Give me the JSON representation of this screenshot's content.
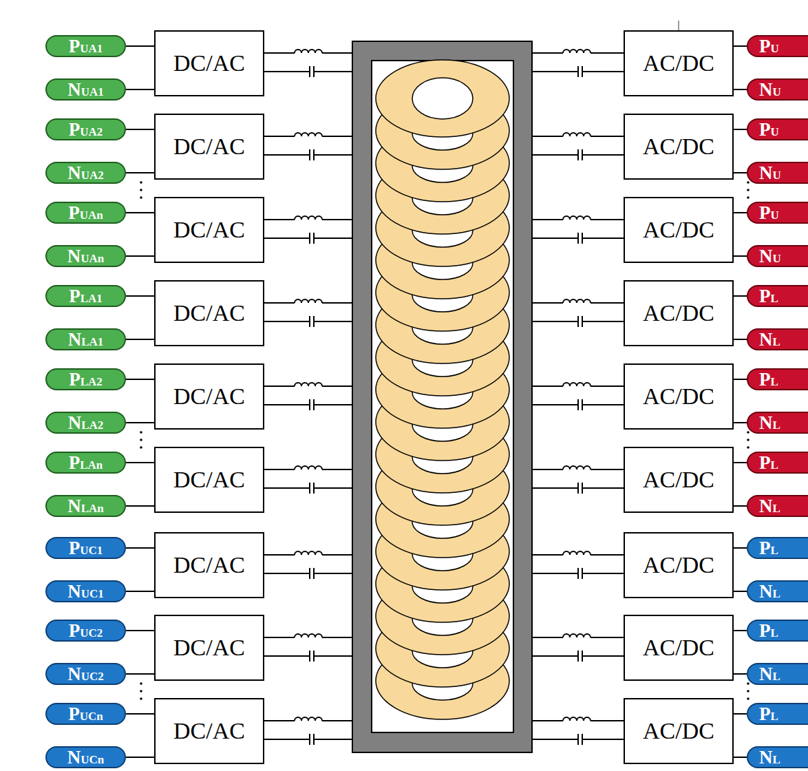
{
  "diagram": {
    "nodes": [
      {
        "text": [
          "PUA1"
        ]
      },
      {
        "text": [
          "NUA1"
        ]
      },
      {
        "text": [
          "DC/AC"
        ]
      },
      {
        "text": [
          "AC/DC"
        ]
      },
      {
        "text": [
          "PU"
        ]
      },
      {
        "text": [
          "NU"
        ]
      },
      {
        "text": [
          "PUA2"
        ]
      },
      {
        "text": [
          "NUA2"
        ]
      },
      {
        "text": [
          "DC/AC"
        ]
      },
      {
        "text": [
          "AC/DC"
        ]
      },
      {
        "text": [
          "PU"
        ]
      },
      {
        "text": [
          "NU"
        ]
      },
      {
        "text": [
          "PUAn"
        ]
      },
      {
        "text": [
          "NUAn"
        ]
      },
      {
        "text": [
          "DC/AC"
        ]
      },
      {
        "text": [
          "AC/DC"
        ]
      },
      {
        "text": [
          "PU"
        ]
      },
      {
        "text": [
          "NU"
        ]
      },
      {
        "text": [
          "PLA1"
        ]
      },
      {
        "text": [
          "NLA1"
        ]
      },
      {
        "text": [
          "DC/AC"
        ]
      },
      {
        "text": [
          "AC/DC"
        ]
      },
      {
        "text": [
          "PL"
        ]
      },
      {
        "text": [
          "NL"
        ]
      },
      {
        "text": [
          "PLA2"
        ]
      },
      {
        "text": [
          "NLA2"
        ]
      },
      {
        "text": [
          "DC/AC"
        ]
      },
      {
        "text": [
          "AC/DC"
        ]
      },
      {
        "text": [
          "PL"
        ]
      },
      {
        "text": [
          "NL"
        ]
      },
      {
        "text": [
          "PLAn"
        ]
      },
      {
        "text": [
          "NLAn"
        ]
      },
      {
        "text": [
          "DC/AC"
        ]
      },
      {
        "text": [
          "AC/DC"
        ]
      },
      {
        "text": [
          "PL"
        ]
      },
      {
        "text": [
          "NL"
        ]
      },
      {
        "text": [
          "PUC1"
        ]
      },
      {
        "text": [
          "NUC1"
        ]
      },
      {
        "text": [
          "DC/AC"
        ]
      },
      {
        "text": [
          "AC/DC"
        ]
      },
      {
        "text": [
          "PL"
        ]
      },
      {
        "text": [
          "NL"
        ]
      },
      {
        "text": [
          "PUC2"
        ]
      },
      {
        "text": [
          "NUC2"
        ]
      },
      {
        "text": [
          "DC/AC"
        ]
      },
      {
        "text": [
          "AC/DC"
        ]
      },
      {
        "text": [
          "PL"
        ]
      },
      {
        "text": [
          "NL"
        ]
      },
      {
        "text": [
          "PUCn"
        ]
      },
      {
        "text": [
          "NUCn"
        ]
      },
      {
        "text": [
          "DC/AC"
        ]
      },
      {
        "text": [
          "AC/DC"
        ]
      },
      {
        "text": [
          "PL"
        ]
      },
      {
        "text": [
          "NL"
        ]
      }
    ],
    "edges": [
      {
        "from": 0,
        "to": 2,
        "arrow": "none"
      },
      {
        "from": 1,
        "to": 2,
        "arrow": "none"
      },
      {
        "from": 3,
        "to": 4,
        "arrow": "none"
      },
      {
        "from": 3,
        "to": 5,
        "arrow": "none"
      },
      {
        "from": 6,
        "to": 8,
        "arrow": "none"
      },
      {
        "from": 7,
        "to": 8,
        "arrow": "none"
      },
      {
        "from": 9,
        "to": 10,
        "arrow": "none"
      },
      {
        "from": 9,
        "to": 11,
        "arrow": "none"
      },
      {
        "from": 12,
        "to": 14,
        "arrow": "none"
      },
      {
        "from": 13,
        "to": 14,
        "arrow": "none"
      },
      {
        "from": 15,
        "to": 16,
        "arrow": "none"
      },
      {
        "from": 15,
        "to": 17,
        "arrow": "none"
      },
      {
        "from": 18,
        "to": 20,
        "arrow": "none"
      },
      {
        "from": 19,
        "to": 20,
        "arrow": "none"
      },
      {
        "from": 21,
        "to": 22,
        "arrow": "none"
      },
      {
        "from": 21,
        "to": 23,
        "arrow": "none"
      },
      {
        "from": 24,
        "to": 26,
        "arrow": "none"
      },
      {
        "from": 25,
        "to": 26,
        "arrow": "none"
      },
      {
        "from": 27,
        "to": 28,
        "arrow": "none"
      },
      {
        "from": 27,
        "to": 29,
        "arrow": "none"
      },
      {
        "from": 30,
        "to": 32,
        "arrow": "none"
      },
      {
        "from": 31,
        "to": 32,
        "arrow": "none"
      },
      {
        "from": 33,
        "to": 34,
        "arrow": "none"
      },
      {
        "from": 33,
        "to": 35,
        "arrow": "none"
      },
      {
        "from": 36,
        "to": 38,
        "arrow": "none"
      },
      {
        "from": 37,
        "to": 38,
        "arrow": "none"
      },
      {
        "from": 39,
        "to": 40,
        "arrow": "none"
      },
      {
        "from": 39,
        "to": 41,
        "arrow": "none"
      },
      {
        "from": 42,
        "to": 44,
        "arrow": "none"
      },
      {
        "from": 43,
        "to": 44,
        "arrow": "none"
      },
      {
        "from": 45,
        "to": 46,
        "arrow": "none"
      },
      {
        "from": 45,
        "to": 47,
        "arrow": "none"
      },
      {
        "from": 48,
        "to": 50,
        "arrow": "none"
      },
      {
        "from": 49,
        "to": 50,
        "arrow": "none"
      },
      {
        "from": 51,
        "to": 52,
        "arrow": "none"
      },
      {
        "from": 51,
        "to": 53,
        "arrow": "none"
      }
    ]
  }
}
